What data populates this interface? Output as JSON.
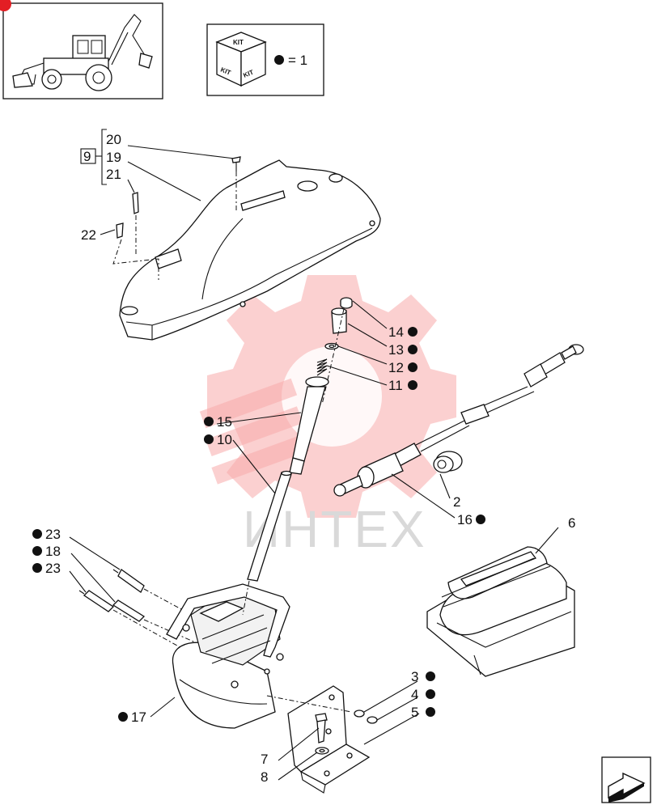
{
  "kit_legend": {
    "box_text": "KIT",
    "equals_text": "= 1"
  },
  "watermark": {
    "text": "ИНТЕХ"
  },
  "group_bracket": {
    "number": "9",
    "items": [
      "20",
      "19",
      "21"
    ]
  },
  "labels": [
    {
      "id": "p22",
      "text": "22",
      "bullet": false
    },
    {
      "id": "p14",
      "text": "14",
      "bullet": true
    },
    {
      "id": "p13",
      "text": "13",
      "bullet": true
    },
    {
      "id": "p12",
      "text": "12",
      "bullet": true
    },
    {
      "id": "p11",
      "text": "11",
      "bullet": true
    },
    {
      "id": "p15",
      "text": "15",
      "bullet": true
    },
    {
      "id": "p10",
      "text": "10",
      "bullet": true
    },
    {
      "id": "p2",
      "text": "2",
      "bullet": false
    },
    {
      "id": "p16",
      "text": "16",
      "bullet": true
    },
    {
      "id": "p6",
      "text": "6",
      "bullet": false
    },
    {
      "id": "p23a",
      "text": "23",
      "bullet": true
    },
    {
      "id": "p18",
      "text": "18",
      "bullet": true
    },
    {
      "id": "p23b",
      "text": "23",
      "bullet": true
    },
    {
      "id": "p3",
      "text": "3",
      "bullet": true
    },
    {
      "id": "p4",
      "text": "4",
      "bullet": true
    },
    {
      "id": "p5",
      "text": "5",
      "bullet": true
    },
    {
      "id": "p17",
      "text": "17",
      "bullet": true
    },
    {
      "id": "p7",
      "text": "7",
      "bullet": false
    },
    {
      "id": "p8",
      "text": "8",
      "bullet": false
    }
  ],
  "icons": {
    "machine": "backhoe-loader-icon",
    "kit": "kit-box-icon",
    "next": "next-page-arrow-icon"
  }
}
